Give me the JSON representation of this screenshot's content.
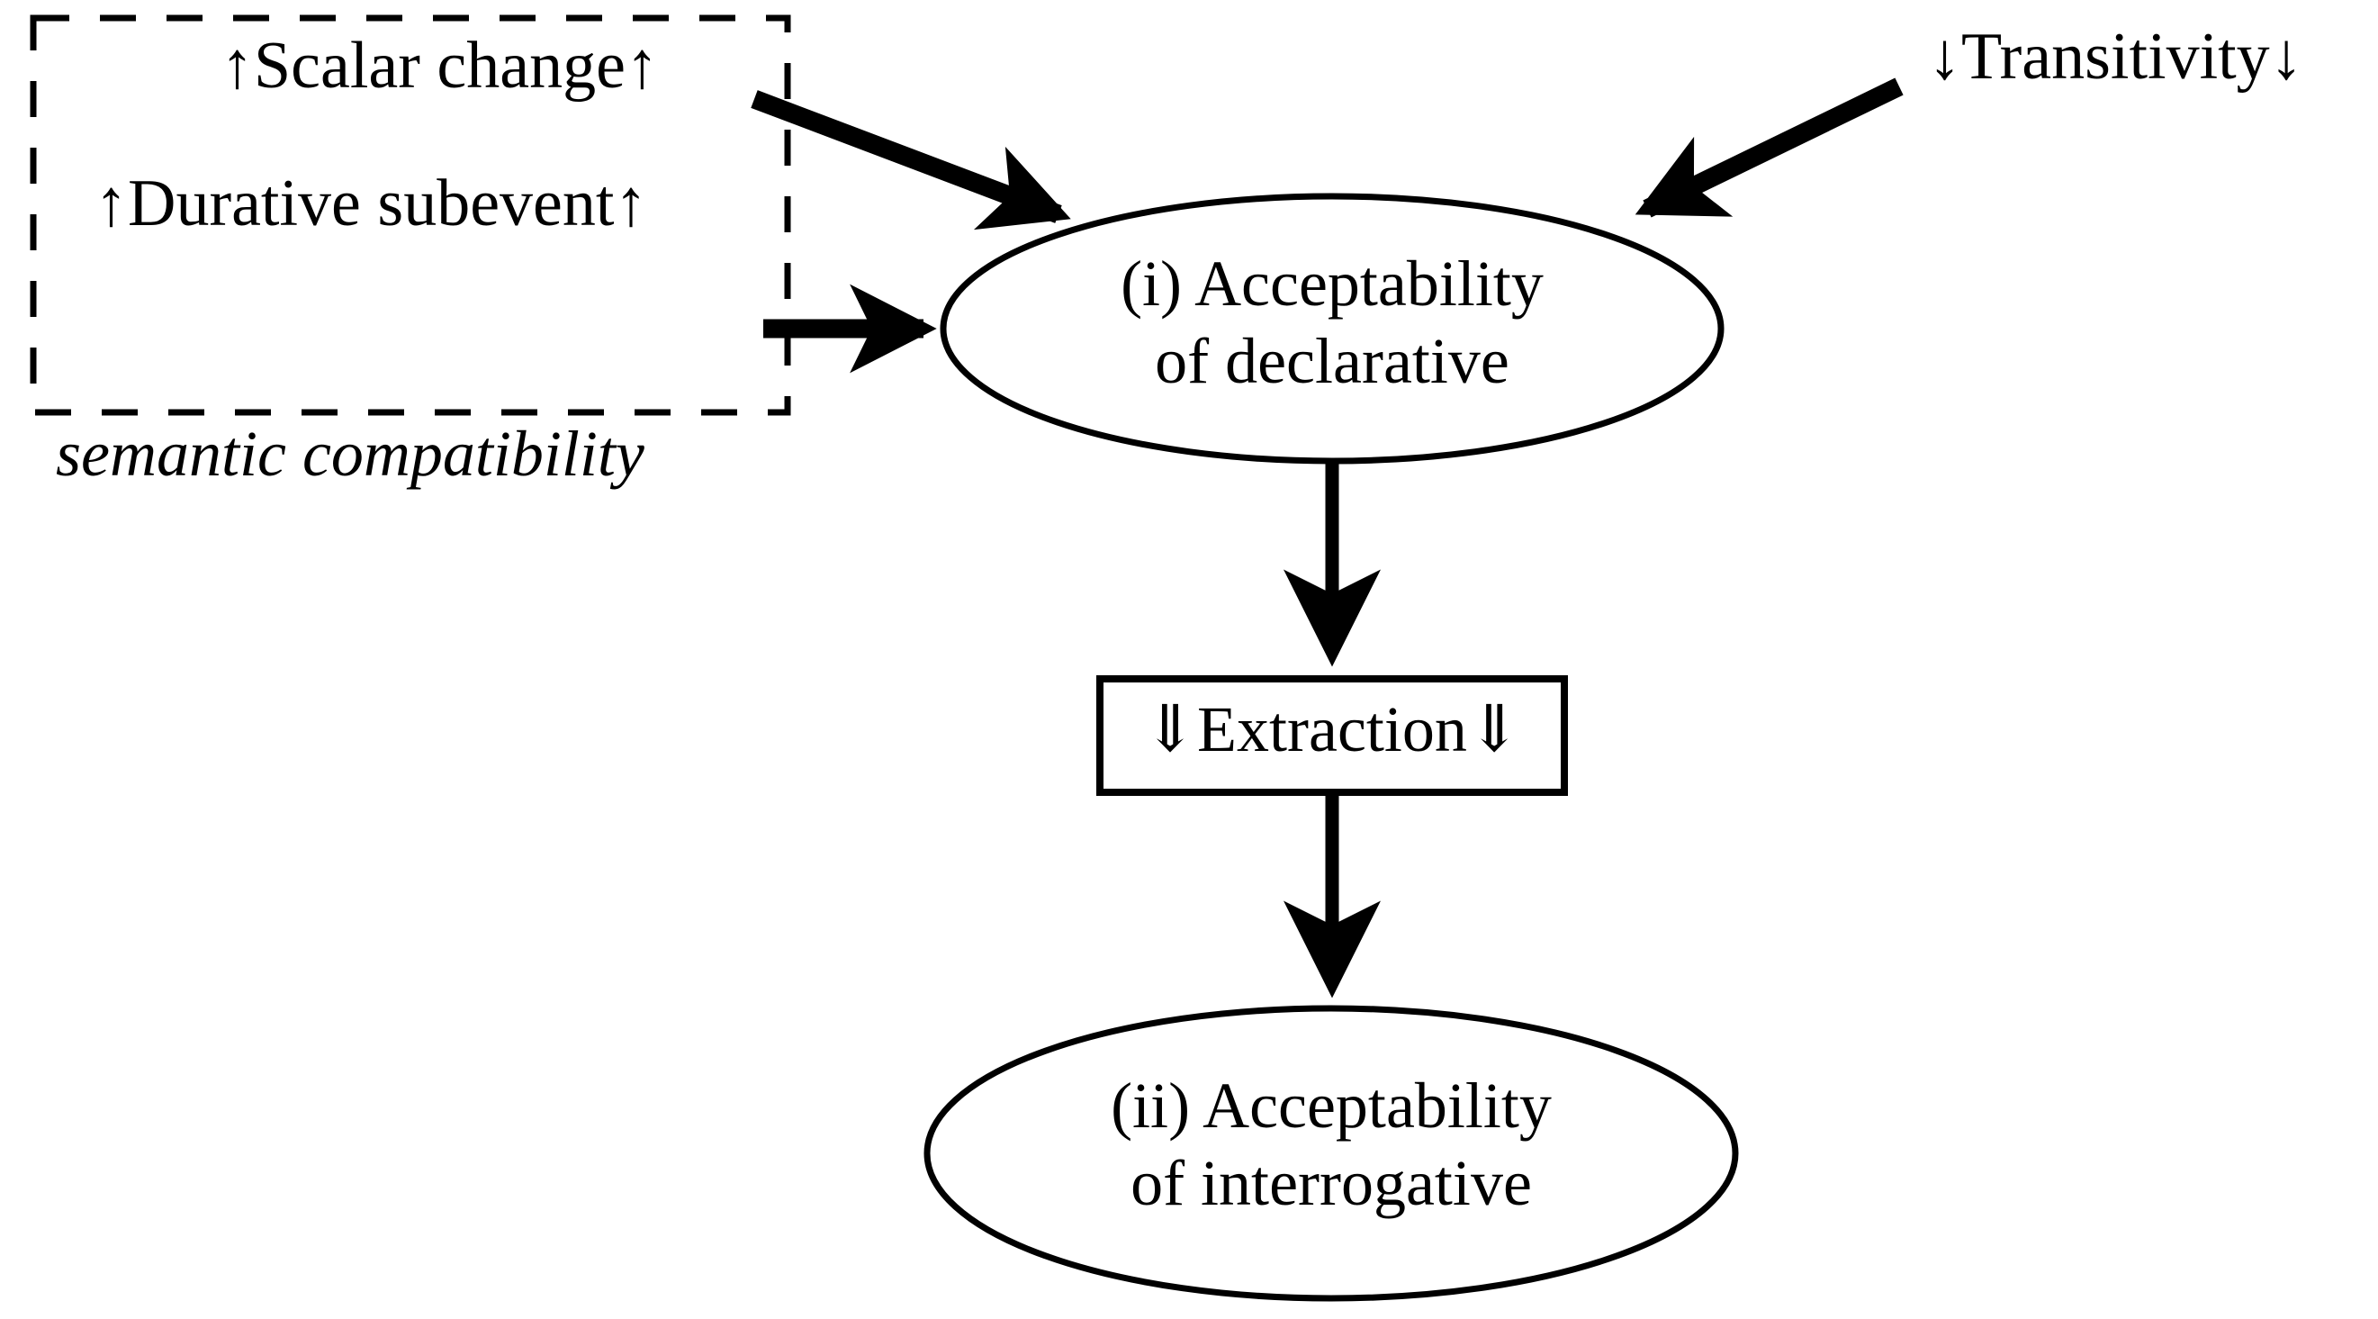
{
  "figure": {
    "type": "flow-diagram",
    "background_color": "#ffffff",
    "stroke_color": "#000000"
  },
  "group_box": {
    "caption": "semantic compatibility",
    "border_style": "dashed",
    "items": [
      {
        "id": "scalar-change",
        "text": "↑Scalar change↑",
        "prefix_arrow": "up-arrow",
        "suffix_arrow": "up-arrow"
      },
      {
        "id": "durative-subevent",
        "text": "↑Durative subevent↑",
        "prefix_arrow": "up-arrow",
        "suffix_arrow": "up-arrow"
      }
    ]
  },
  "external_factor": {
    "id": "transitivity",
    "text": "↓Transitivity↓",
    "prefix_arrow": "down-arrow",
    "suffix_arrow": "down-arrow"
  },
  "nodes": [
    {
      "id": "acceptability-declarative",
      "shape": "ellipse",
      "line1": "(i) Acceptability",
      "line2": "of declarative"
    },
    {
      "id": "extraction",
      "shape": "rectangle",
      "text": "⇓Extraction⇓",
      "prefix_arrow": "double-down-arrow",
      "suffix_arrow": "double-down-arrow"
    },
    {
      "id": "acceptability-interrogative",
      "shape": "ellipse",
      "line1": "(ii) Acceptability",
      "line2": "of interrogative"
    }
  ],
  "edges": [
    {
      "id": "scalar-change-to-declarative",
      "from": "scalar-change",
      "to": "acceptability-declarative",
      "style": "solid-thick-arrow"
    },
    {
      "id": "durative-subevent-to-declarative",
      "from": "durative-subevent",
      "to": "acceptability-declarative",
      "style": "solid-thick-arrow"
    },
    {
      "id": "transitivity-to-declarative",
      "from": "transitivity",
      "to": "acceptability-declarative",
      "style": "solid-thick-arrow"
    },
    {
      "id": "declarative-to-extraction",
      "from": "acceptability-declarative",
      "to": "extraction",
      "style": "solid-thick-arrow"
    },
    {
      "id": "extraction-to-interrogative",
      "from": "extraction",
      "to": "acceptability-interrogative",
      "style": "solid-thick-arrow"
    }
  ]
}
